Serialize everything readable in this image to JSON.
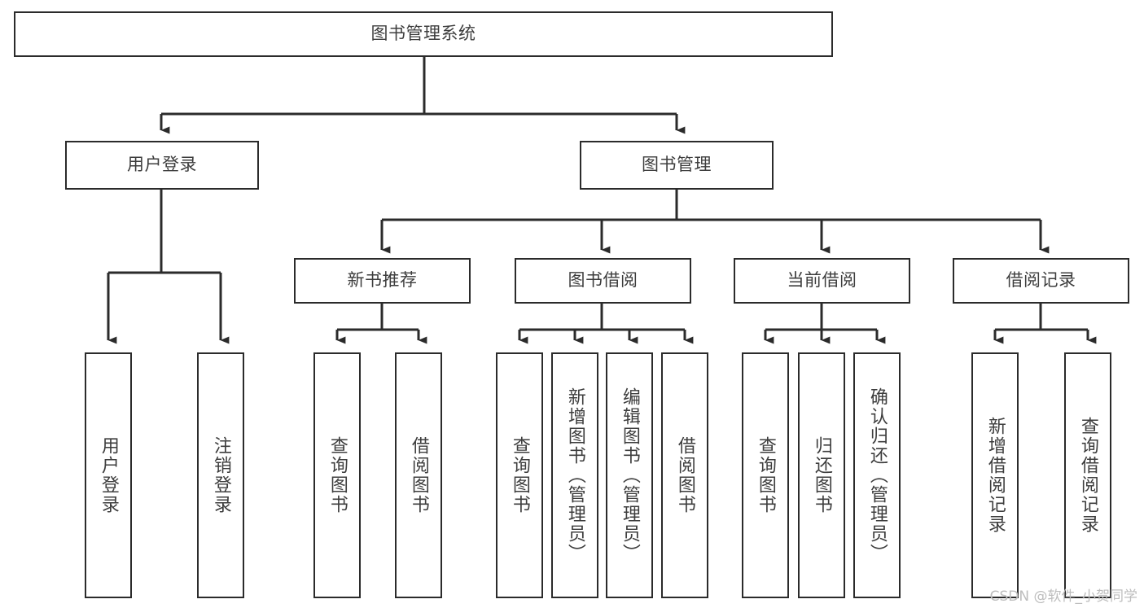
{
  "diagram": {
    "title": "图书管理系统",
    "type": "tree",
    "colors": {
      "box_border": "#2b2b2b",
      "box_fill": "#ffffff",
      "connector": "#2b2b2b",
      "text": "#3d3d3d",
      "watermark": "#bdbdbd",
      "background": "#ffffff"
    },
    "watermark": "CSDN @软件_小贺同学"
  },
  "nodes": {
    "root": {
      "label": "图书管理系统"
    },
    "level2": [
      {
        "id": "user-login",
        "label": "用户登录"
      },
      {
        "id": "book-manage",
        "label": "图书管理"
      }
    ],
    "level3": [
      {
        "id": "new-book-recommend",
        "label": "新书推荐"
      },
      {
        "id": "book-borrow",
        "label": "图书借阅"
      },
      {
        "id": "current-borrow",
        "label": "当前借阅"
      },
      {
        "id": "borrow-record",
        "label": "借阅记录"
      }
    ],
    "leaves": [
      {
        "id": "leaf-user-login",
        "label": "用户登录",
        "parent": "user-login"
      },
      {
        "id": "leaf-user-logout",
        "label": "注销登录",
        "parent": "user-login"
      },
      {
        "id": "leaf-query-book-1",
        "label": "查询图书",
        "parent": "new-book-recommend"
      },
      {
        "id": "leaf-borrow-book-1",
        "label": "借阅图书",
        "parent": "new-book-recommend"
      },
      {
        "id": "leaf-query-book-2",
        "label": "查询图书",
        "parent": "book-borrow"
      },
      {
        "id": "leaf-add-book",
        "label": "新增图书（管理员）",
        "parent": "book-borrow"
      },
      {
        "id": "leaf-edit-book",
        "label": "编辑图书（管理员）",
        "parent": "book-borrow"
      },
      {
        "id": "leaf-borrow-book-2",
        "label": "借阅图书",
        "parent": "book-borrow"
      },
      {
        "id": "leaf-query-book-3",
        "label": "查询图书",
        "parent": "current-borrow"
      },
      {
        "id": "leaf-return-book",
        "label": "归还图书",
        "parent": "current-borrow"
      },
      {
        "id": "leaf-confirm-return",
        "label": "确认归还（管理员）",
        "parent": "current-borrow"
      },
      {
        "id": "leaf-add-record",
        "label": "新增借阅记录",
        "parent": "borrow-record"
      },
      {
        "id": "leaf-query-record",
        "label": "查询借阅记录",
        "parent": "borrow-record"
      }
    ]
  }
}
